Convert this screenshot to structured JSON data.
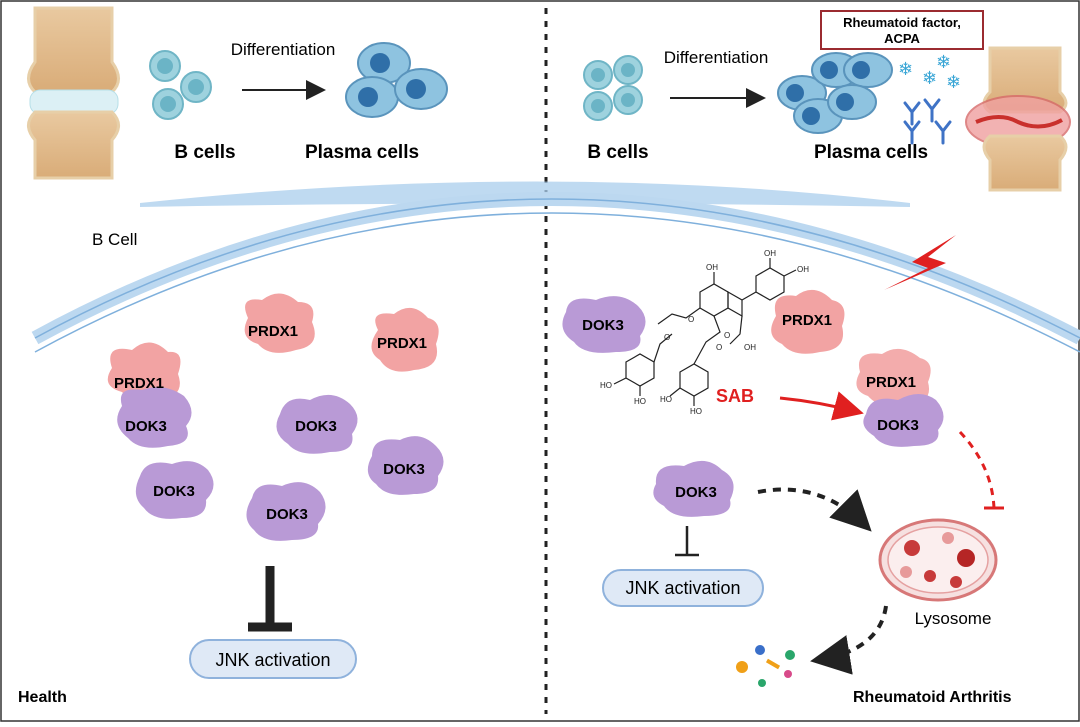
{
  "panels": {
    "left": {
      "label": "Health",
      "diff_label": "Differentiation",
      "b_cells": "B cells",
      "plasma_cells": "Plasma cells",
      "b_cell_label": "B Cell",
      "proteins": {
        "prdx1_a": "PRDX1",
        "prdx1_b": "PRDX1",
        "prdx1_c": "PRDX1",
        "dok3_a": "DOK3",
        "dok3_b": "DOK3",
        "dok3_c": "DOK3",
        "dok3_d": "DOK3",
        "dok3_e": "DOK3"
      },
      "jnk": "JNK activation"
    },
    "right": {
      "label": "Rheumatoid Arthritis",
      "diff_label": "Differentiation",
      "b_cells": "B cells",
      "plasma_cells": "Plasma cells",
      "autoantibody_box": [
        "Rheumatoid factor,",
        "ACPA"
      ],
      "proteins": {
        "dok3_a": "DOK3",
        "prdx1_a": "PRDX1",
        "prdx1_b": "PRDX1",
        "dok3_b": "DOK3",
        "dok3_c": "DOK3"
      },
      "drug": "SAB",
      "jnk": "JNK activation",
      "lysosome": "Lysosome"
    }
  },
  "colors": {
    "prdx1": "#f2a3a3",
    "dok3": "#b99ad6",
    "membrane": "#bcd8f0",
    "drug": "#e02020",
    "jnk_box": "#dfe9f6"
  }
}
